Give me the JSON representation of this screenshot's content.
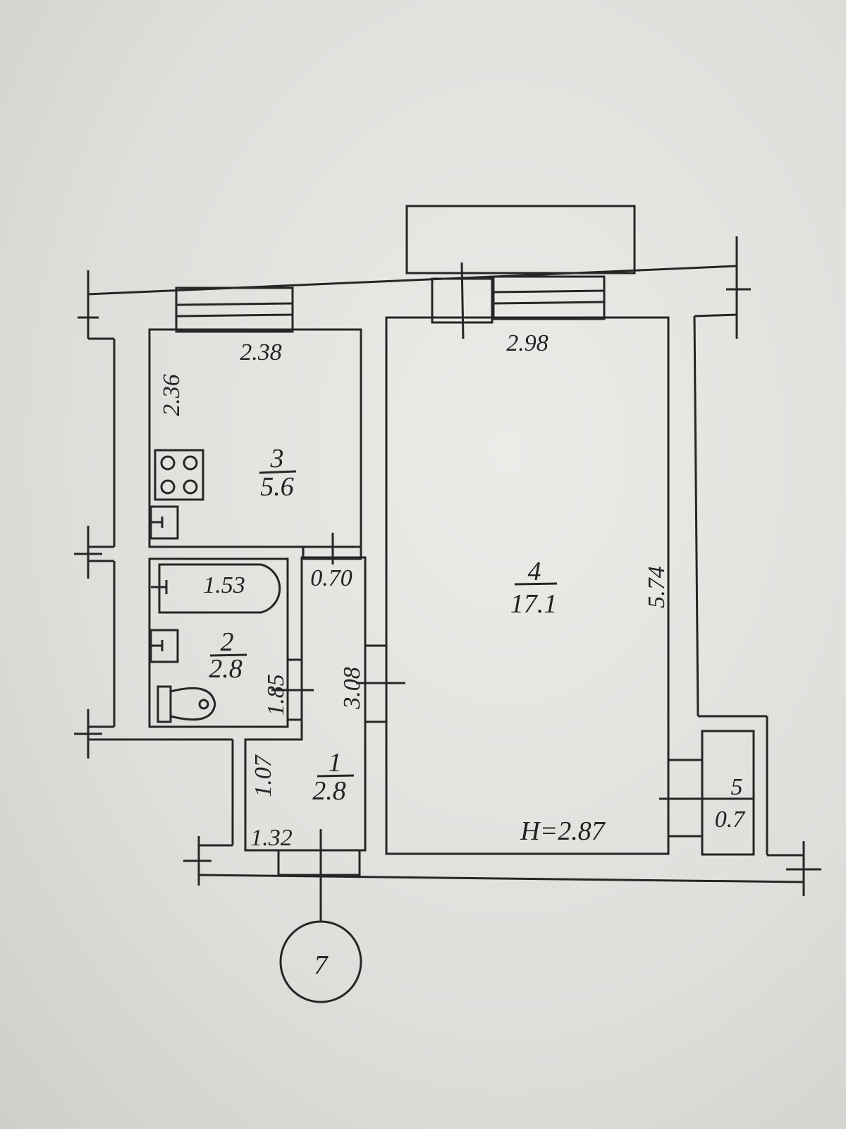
{
  "plan": {
    "rooms": [
      {
        "number": "1",
        "area": "2.8",
        "dims": [
          "1.07",
          "1.32",
          "3.08",
          "0.70"
        ]
      },
      {
        "number": "2",
        "area": "2.8",
        "dims": [
          "1.53",
          "1.85"
        ]
      },
      {
        "number": "3",
        "area": "5.6",
        "dims": [
          "2.38",
          "2.36"
        ]
      },
      {
        "number": "4",
        "area": "17.1",
        "dims": [
          "2.98",
          "5.74"
        ]
      },
      {
        "number": "5",
        "area": "0.7"
      }
    ],
    "ceiling_height": "H=2.87",
    "apartment_number": "7"
  }
}
